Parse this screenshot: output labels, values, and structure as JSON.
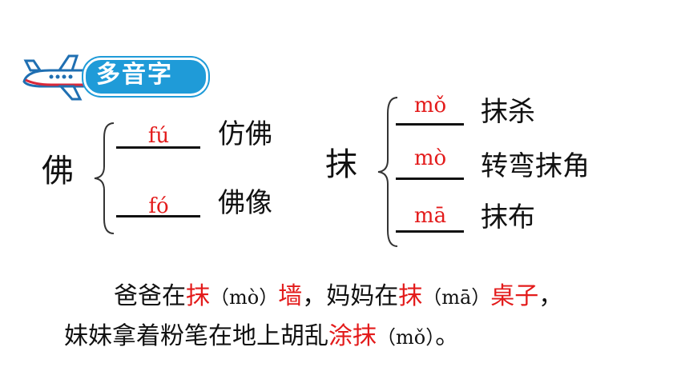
{
  "badge": {
    "label": "多音字",
    "icon": "airplane-icon"
  },
  "groups": [
    {
      "char": "佛",
      "items": [
        {
          "pinyin": "fú",
          "word": "仿佛"
        },
        {
          "pinyin": "fó",
          "word": "佛像"
        }
      ]
    },
    {
      "char": "抹",
      "items": [
        {
          "pinyin": "mǒ",
          "word": "抹杀"
        },
        {
          "pinyin": "mò",
          "word": "转弯抹角"
        },
        {
          "pinyin": "mā",
          "word": "抹布"
        }
      ]
    }
  ],
  "sentence": {
    "line1": [
      {
        "text": "爸爸在",
        "red": false
      },
      {
        "text": "抹",
        "red": true
      },
      {
        "text": "（mò）",
        "red": false,
        "pinyin": true
      },
      {
        "text": "墙",
        "red": true
      },
      {
        "text": "，妈妈在",
        "red": false
      },
      {
        "text": "抹",
        "red": true
      },
      {
        "text": "（mā）",
        "red": false,
        "pinyin": true
      },
      {
        "text": "桌子",
        "red": true
      },
      {
        "text": "，",
        "red": false
      }
    ],
    "line2": [
      {
        "text": "妹妹拿着粉笔在地上胡乱",
        "red": false
      },
      {
        "text": "涂抹",
        "red": true
      },
      {
        "text": "（mǒ）",
        "red": false,
        "pinyin": true
      },
      {
        "text": "。",
        "red": false
      }
    ]
  },
  "colors": {
    "accent": "#1f9bd8",
    "highlight": "#e31b1b",
    "text": "#111111"
  }
}
